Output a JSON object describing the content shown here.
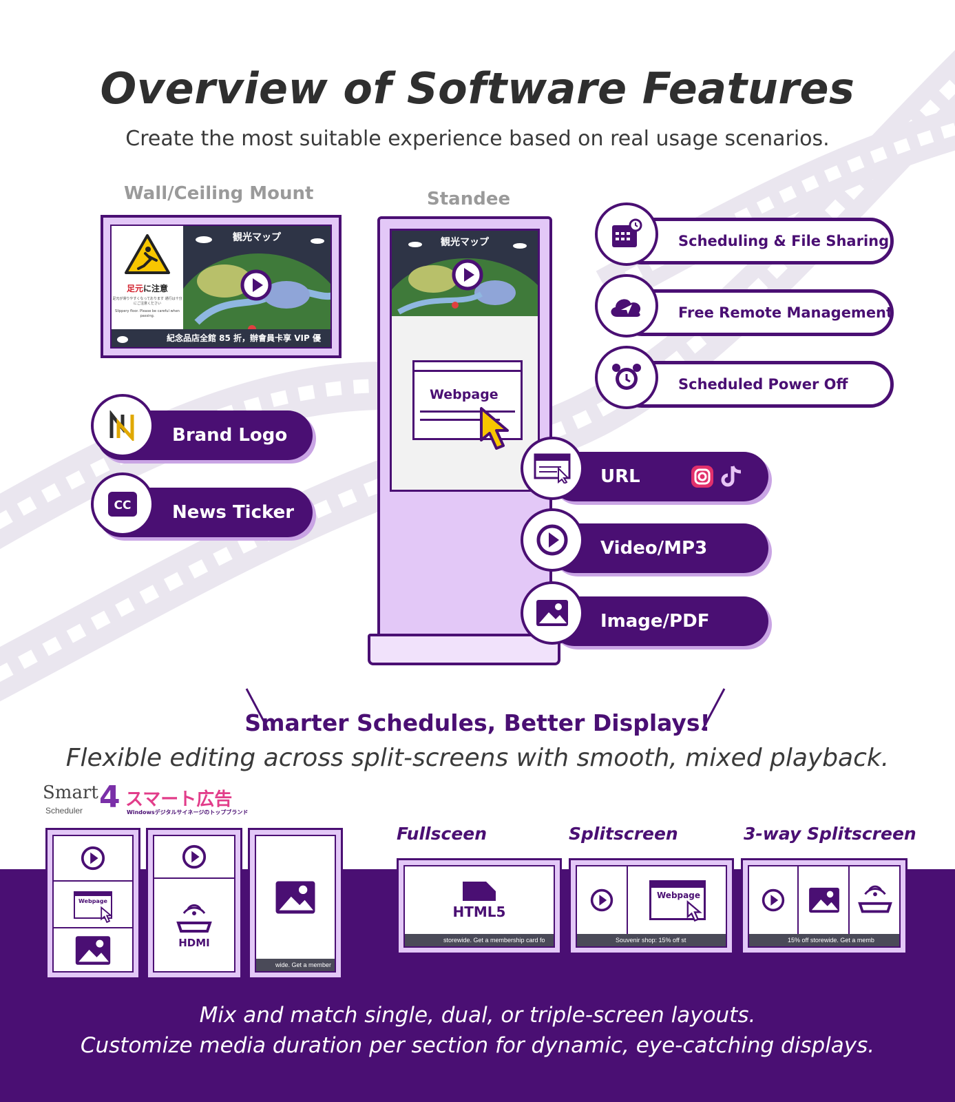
{
  "header": {
    "title": "Overview of Software Features",
    "subtitle": "Create the most suitable experience based on real usage scenarios."
  },
  "labels": {
    "wall_mount": "Wall/Ceiling Mount",
    "standee": "Standee"
  },
  "wall_display": {
    "map_title": "観光マップ",
    "sign_red": "足元",
    "sign_black": "に注意",
    "sign_note_jp": "足元が滑りやすくなっております 通行は十分にご注意ください",
    "sign_note_en": "Slippery floor. Please be careful when passing.",
    "ticker": "紀念品店全館 85 折，辦會員卡享 VIP 優"
  },
  "standee_screen": {
    "map_title": "観光マップ",
    "webpage_label": "Webpage"
  },
  "left_features": [
    {
      "label": "Brand Logo",
      "icon": "brand-logo-icon"
    },
    {
      "label": "News Ticker",
      "icon": "closed-caption-icon"
    }
  ],
  "right_features": [
    {
      "label": "Scheduling & File Sharing",
      "icon": "calendar-clock-icon"
    },
    {
      "label": "Free Remote Management",
      "icon": "cloud-send-icon"
    },
    {
      "label": "Scheduled Power Off",
      "icon": "alarm-clock-icon"
    }
  ],
  "media_features": [
    {
      "label": "URL",
      "icon": "browser-cursor-icon"
    },
    {
      "label": "Video/MP3",
      "icon": "play-icon"
    },
    {
      "label": "Image/PDF",
      "icon": "image-icon"
    }
  ],
  "tagline": {
    "main": "Smarter Schedules, Better Displays!",
    "sub": "Flexible editing across split-screens with smooth, mixed playback."
  },
  "brand": {
    "smart": "Smart",
    "scheduler": "Scheduler",
    "number": "4",
    "jp_name": "スマート広告",
    "jp_tag": "Windowsデジタルサイネージのトップブランド"
  },
  "portrait_layouts": {
    "webpage_label": "Webpage",
    "hdmi_label": "HDMI",
    "ticker": "wide. Get a member"
  },
  "layouts": [
    {
      "label": "Fullsceen",
      "content": "HTML5",
      "ticker": "storewide. Get a membership card fo"
    },
    {
      "label": "Splitscreen",
      "content": "Webpage",
      "ticker": "Souvenir shop: 15% off st"
    },
    {
      "label": "3-way Splitscreen",
      "content": "",
      "ticker": "15% off storewide. Get a memb"
    }
  ],
  "bottom": {
    "line1": "Mix and match single, dual, or triple-screen layouts.",
    "line2": "Customize media duration per section for dynamic, eye-catching displays."
  },
  "colors": {
    "primary": "#4a0f73",
    "light": "#e3c8f7",
    "shadow": "#c9a4e4"
  }
}
